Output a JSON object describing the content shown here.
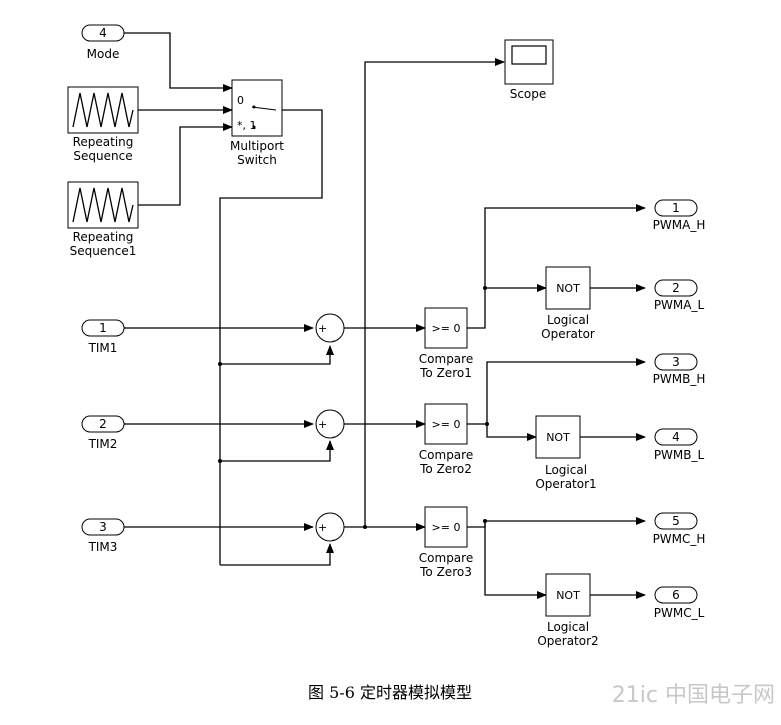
{
  "diagram": {
    "inports": {
      "mode": {
        "num": "4",
        "label": "Mode"
      },
      "tim1": {
        "num": "1",
        "label": "TIM1"
      },
      "tim2": {
        "num": "2",
        "label": "TIM2"
      },
      "tim3": {
        "num": "3",
        "label": "TIM3"
      }
    },
    "repeating_sequence": {
      "line1": "Repeating",
      "line2": "Sequence"
    },
    "repeating_sequence1": {
      "line1": "Repeating",
      "line2": "Sequence1"
    },
    "multiport_switch": {
      "line1": "Multiport",
      "line2": "Switch",
      "port0": "0",
      "port1": "*, 1"
    },
    "scope": {
      "label": "Scope"
    },
    "sum_signs": {
      "plus": "+",
      "minus": "-"
    },
    "compares": [
      {
        "text": ">= 0",
        "line1": "Compare",
        "line2": "To Zero1"
      },
      {
        "text": ">= 0",
        "line1": "Compare",
        "line2": "To Zero2"
      },
      {
        "text": ">= 0",
        "line1": "Compare",
        "line2": "To Zero3"
      }
    ],
    "logical_ops": [
      {
        "text": "NOT",
        "line1": "Logical",
        "line2": "Operator"
      },
      {
        "text": "NOT",
        "line1": "Logical",
        "line2": "Operator1"
      },
      {
        "text": "NOT",
        "line1": "Logical",
        "line2": "Operator2"
      }
    ],
    "outports": [
      {
        "num": "1",
        "label": "PWMA_H"
      },
      {
        "num": "2",
        "label": "PWMA_L"
      },
      {
        "num": "3",
        "label": "PWMB_H"
      },
      {
        "num": "4",
        "label": "PWMB_L"
      },
      {
        "num": "5",
        "label": "PWMC_H"
      },
      {
        "num": "6",
        "label": "PWMC_L"
      }
    ]
  },
  "caption": "图  5-6  定时器模拟模型",
  "watermark": "21ic 中国电子网"
}
